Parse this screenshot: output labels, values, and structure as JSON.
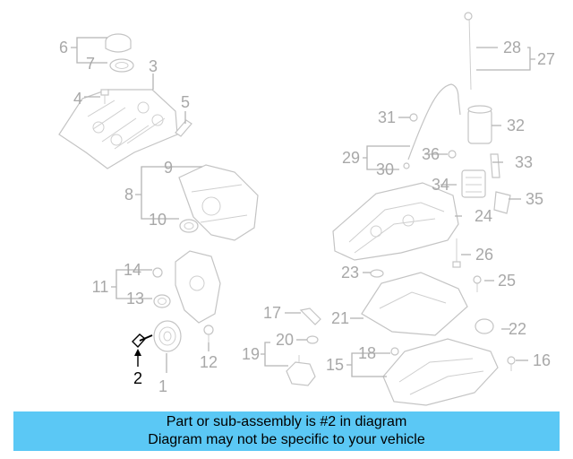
{
  "diagram": {
    "callouts": [
      "1",
      "2",
      "3",
      "4",
      "5",
      "6",
      "7",
      "8",
      "9",
      "10",
      "11",
      "12",
      "13",
      "14",
      "15",
      "16",
      "17",
      "18",
      "19",
      "20",
      "21",
      "22",
      "23",
      "24",
      "25",
      "26",
      "27",
      "28",
      "29",
      "30",
      "31",
      "32",
      "33",
      "34",
      "35",
      "36"
    ],
    "highlighted_part": "2",
    "colors": {
      "highlight": "#000000",
      "muted": "#a8a8a8",
      "banner": "#5bc8f5"
    }
  },
  "banner": {
    "line1": "Part or sub-assembly is #2 in diagram",
    "line2": "Diagram may not be specific to your vehicle"
  }
}
